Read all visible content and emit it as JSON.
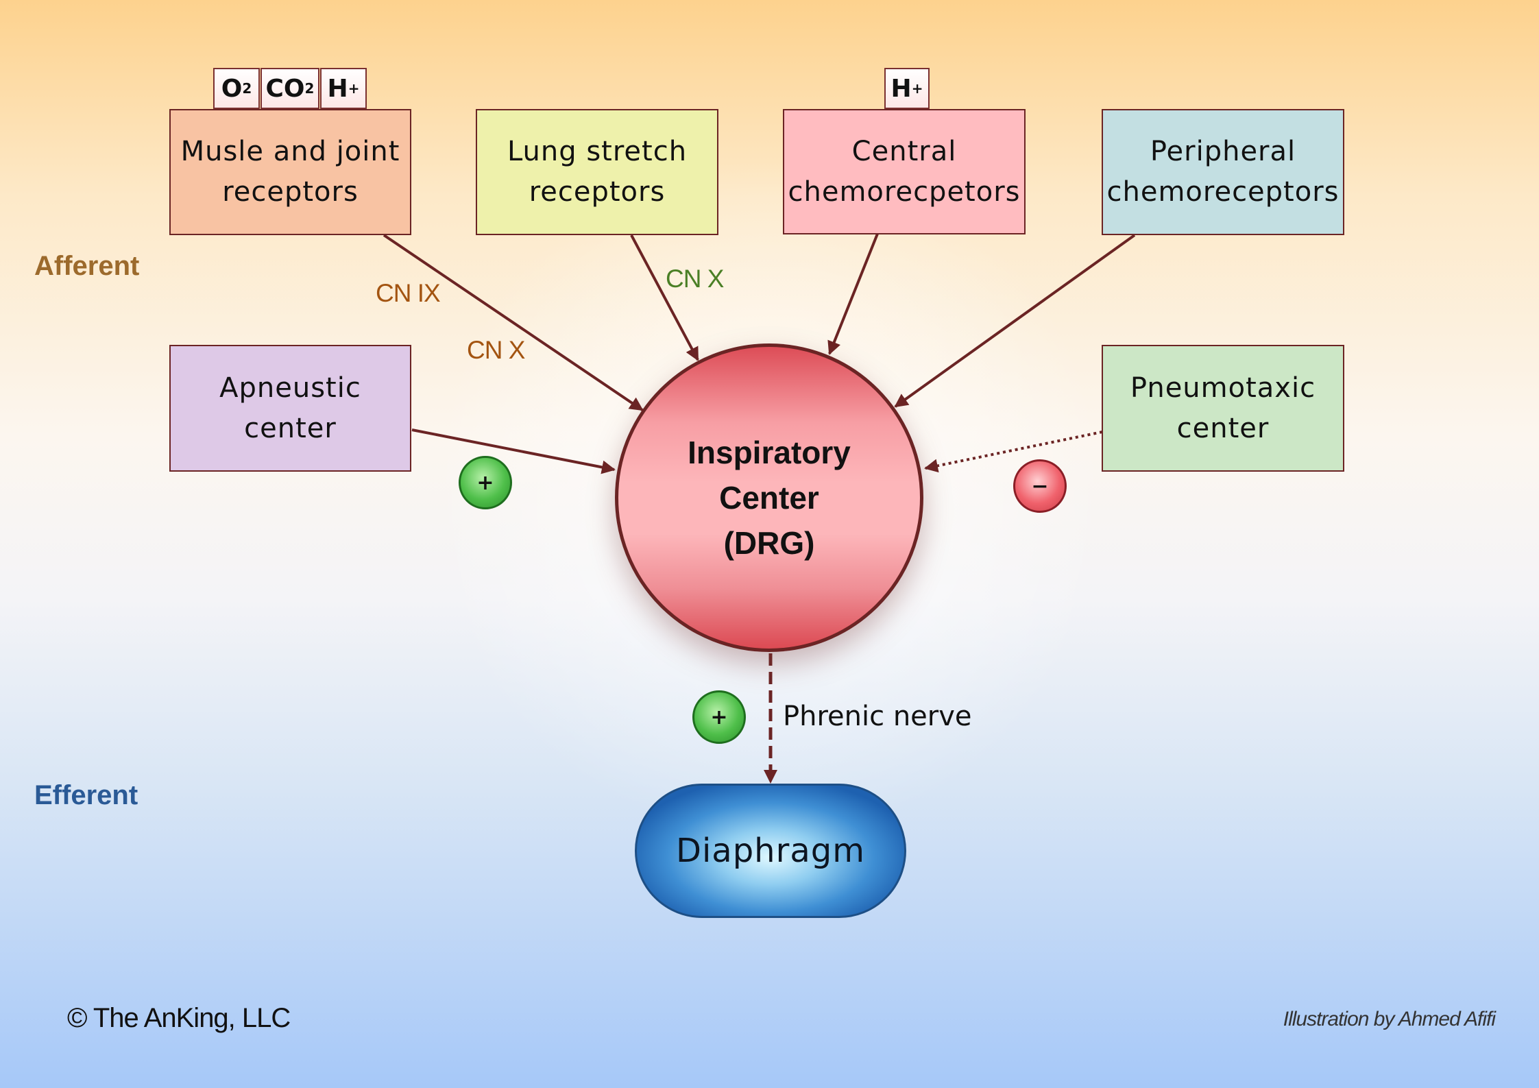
{
  "side_labels": {
    "afferent": "Afferent",
    "efferent": "Efferent"
  },
  "chips": {
    "o2": {
      "base": "O",
      "sub": "2"
    },
    "co2": {
      "base": "CO",
      "sub": "2"
    },
    "h_left": {
      "base": "H",
      "sup": "+"
    },
    "h_right": {
      "base": "H",
      "sup": "+"
    }
  },
  "boxes": {
    "muscle_joint": {
      "line1": "Musle and joint",
      "line2": "receptors"
    },
    "lung_stretch": {
      "line1": "Lung stretch",
      "line2": "receptors"
    },
    "central_chemo": {
      "line1": "Central",
      "line2": "chemorecpetors"
    },
    "peripheral_chemo": {
      "line1": "Peripheral",
      "line2": "chemoreceptors"
    },
    "apneustic": {
      "line1": "Apneustic",
      "line2": "center"
    },
    "pneumotaxic": {
      "line1": "Pneumotaxic",
      "line2": "center"
    }
  },
  "nerve_labels": {
    "cn_ix": "CN IX",
    "cn_x_left": "CN X",
    "cn_x_lung": "CN X"
  },
  "center": {
    "line1": "Inspiratory",
    "line2": "Center",
    "line3": "(DRG)"
  },
  "signs": {
    "apneustic": "+",
    "pneumotaxic": "−",
    "phrenic": "+"
  },
  "phrenic_label": "Phrenic nerve",
  "diaphragm_label": "Diaphragm",
  "footer": {
    "copyright": "© The AnKing, LLC",
    "credit": "Illustration by Ahmed Afifi"
  },
  "colors": {
    "wire": "#6b2424",
    "afferent": "#9c6a2c",
    "efferent": "#2a5a96",
    "cn_orange": "#a35411",
    "cn_green": "#4a7f25"
  }
}
